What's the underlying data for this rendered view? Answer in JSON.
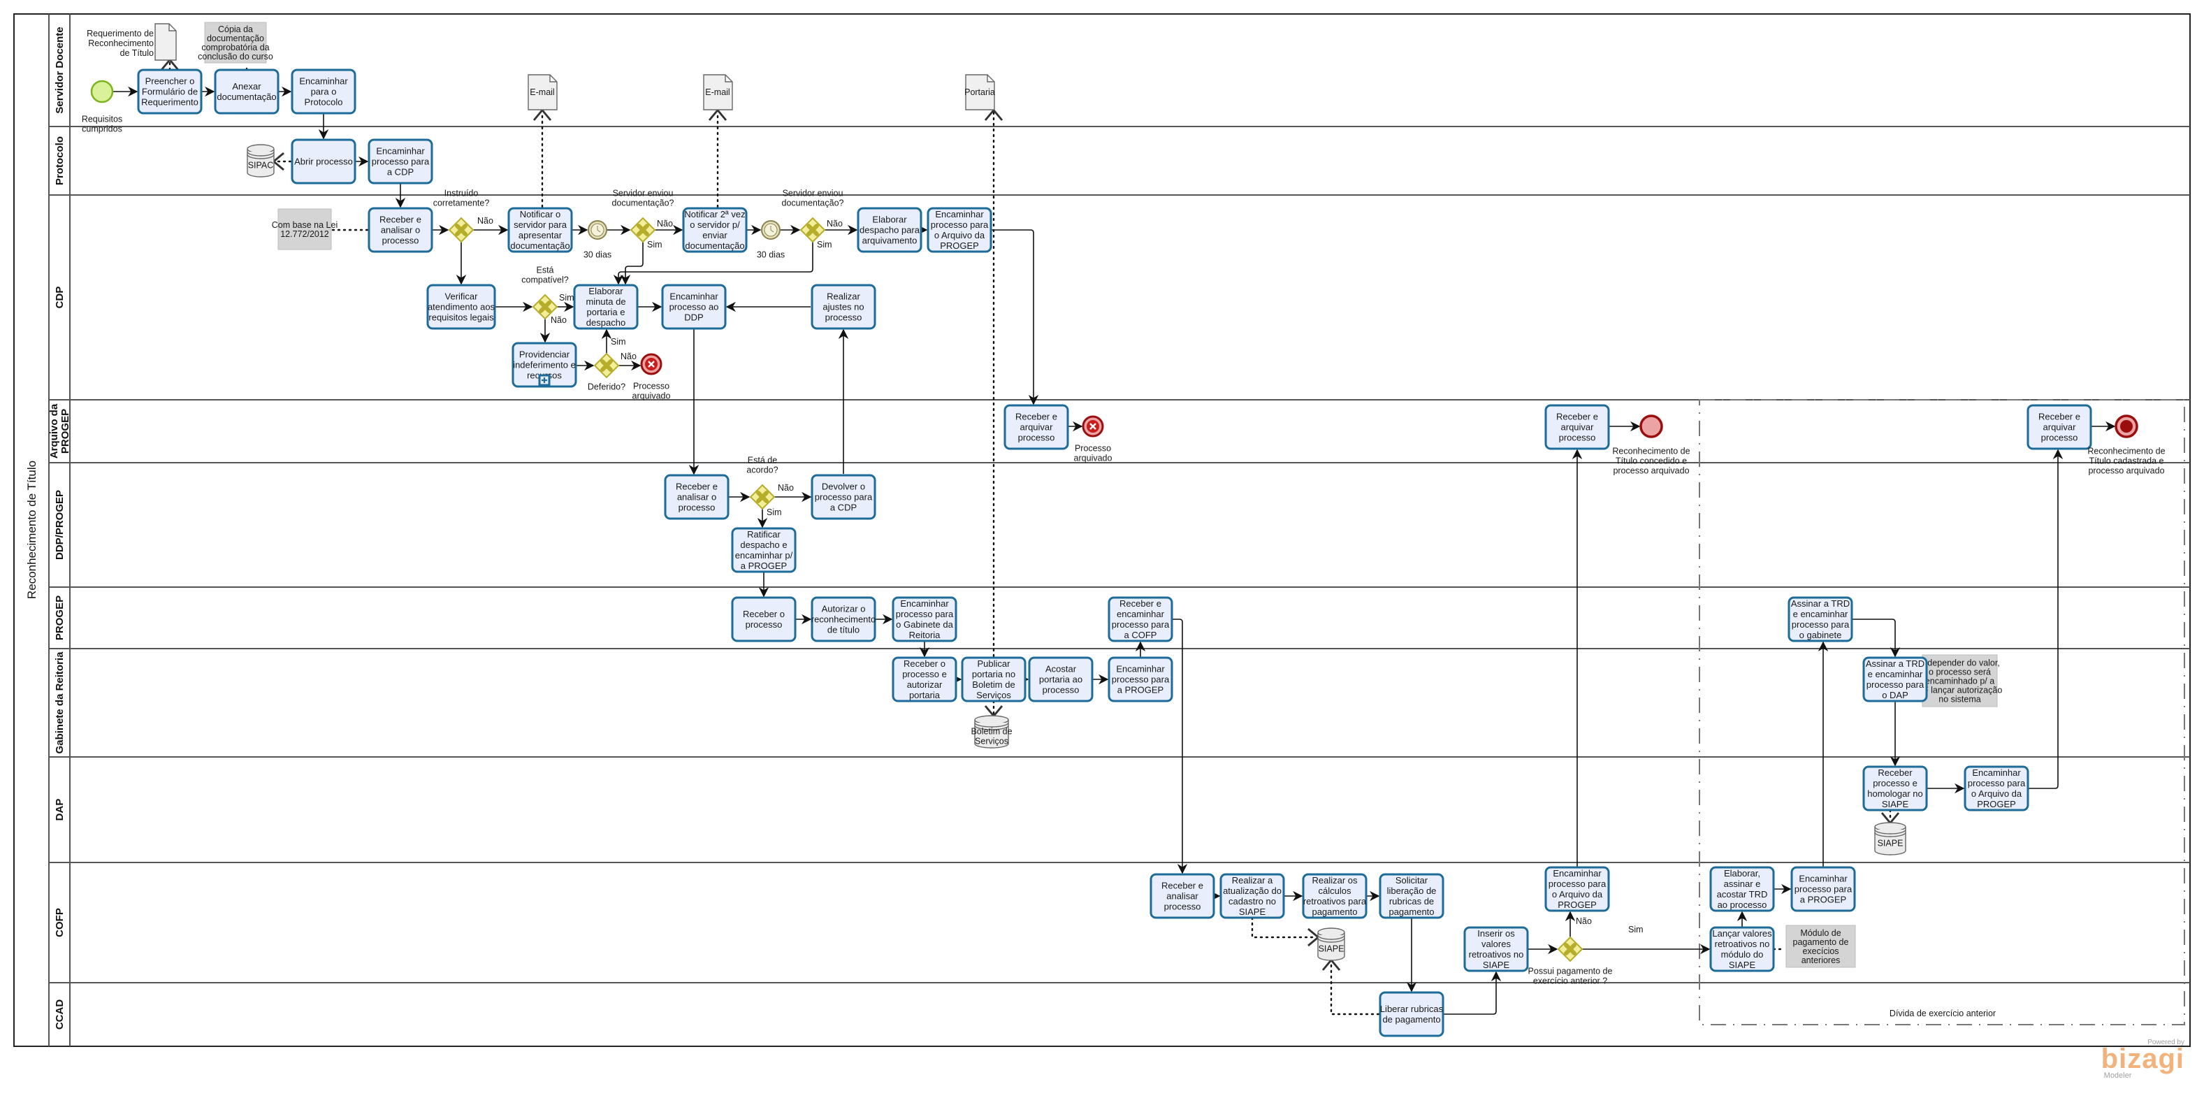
{
  "pool": {
    "title": "Reconhecimento de Título"
  },
  "lanes": [
    {
      "id": "servidor",
      "label": "Servidor Docente"
    },
    {
      "id": "protocolo",
      "label": "Protocolo"
    },
    {
      "id": "cdp",
      "label": "CDP"
    },
    {
      "id": "arquivo",
      "label": "Arquivo da PROGEP"
    },
    {
      "id": "ddp",
      "label": "DDP/PROGEP"
    },
    {
      "id": "progep",
      "label": "PROGEP"
    },
    {
      "id": "gabinete",
      "label": "Gabinete da Reitoria"
    },
    {
      "id": "dap",
      "label": "DAP"
    },
    {
      "id": "cofp",
      "label": "COFP"
    },
    {
      "id": "ccad",
      "label": "CCAD"
    }
  ],
  "tasks": [
    {
      "id": "t1",
      "lines": [
        "Preencher o",
        "Formulário de",
        "Requerimento"
      ]
    },
    {
      "id": "t2",
      "lines": [
        "Anexar",
        "documentação"
      ]
    },
    {
      "id": "t3",
      "lines": [
        "Encaminhar",
        "para o",
        "Protocolo"
      ]
    },
    {
      "id": "t4",
      "lines": [
        "Abrir processo"
      ]
    },
    {
      "id": "t5",
      "lines": [
        "Encaminhar",
        "processo para",
        "a CDP"
      ]
    },
    {
      "id": "t6",
      "lines": [
        "Receber e",
        "analisar o",
        "processo"
      ]
    },
    {
      "id": "t7",
      "lines": [
        "Notificar o",
        "servidor para",
        "apresentar",
        "documentação"
      ]
    },
    {
      "id": "t8",
      "lines": [
        "Notificar 2ª vez",
        "o servidor p/",
        "enviar",
        "documentação"
      ]
    },
    {
      "id": "t9",
      "lines": [
        "Elaborar",
        "despacho para",
        "arquivamento"
      ]
    },
    {
      "id": "t10",
      "lines": [
        "Encaminhar",
        "processo para",
        "o Arquivo da",
        "PROGEP"
      ]
    },
    {
      "id": "t11",
      "lines": [
        "Verificar",
        "atendimento aos",
        "requisitos legais"
      ]
    },
    {
      "id": "t12",
      "lines": [
        "Elaborar",
        "minuta de",
        "portaria e",
        "despacho"
      ]
    },
    {
      "id": "t13",
      "lines": [
        "Encaminhar",
        "processo ao",
        "DDP"
      ]
    },
    {
      "id": "t14",
      "lines": [
        "Realizar",
        "ajustes no",
        "processo"
      ]
    },
    {
      "id": "t15",
      "lines": [
        "Providenciar",
        "indeferimento e",
        "recursos"
      ]
    },
    {
      "id": "t16",
      "lines": [
        "Receber e",
        "arquivar",
        "processo"
      ]
    },
    {
      "id": "t17",
      "lines": [
        "Receber e",
        "arquivar",
        "processo"
      ]
    },
    {
      "id": "t18",
      "lines": [
        "Receber e",
        "arquivar",
        "processo"
      ]
    },
    {
      "id": "t19",
      "lines": [
        "Receber e",
        "analisar o",
        "processo"
      ]
    },
    {
      "id": "t20",
      "lines": [
        "Devolver o",
        "processo para",
        "a CDP"
      ]
    },
    {
      "id": "t21",
      "lines": [
        "Ratificar",
        "despacho e",
        "encaminhar p/",
        "a PROGEP"
      ]
    },
    {
      "id": "t22",
      "lines": [
        "Receber o",
        "processo"
      ]
    },
    {
      "id": "t23",
      "lines": [
        "Autorizar o",
        "reconhecimento",
        "de título"
      ]
    },
    {
      "id": "t24",
      "lines": [
        "Encaminhar",
        "processo para",
        "o Gabinete da",
        "Reitoria"
      ]
    },
    {
      "id": "t25",
      "lines": [
        "Receber e",
        "encaminhar",
        "processo para",
        "a COFP"
      ]
    },
    {
      "id": "t26",
      "lines": [
        "Assinar a TRD",
        "e encaminhar",
        "processo para",
        "o gabinete"
      ]
    },
    {
      "id": "t27",
      "lines": [
        "Receber o",
        "processo e",
        "autorizar",
        "portaria"
      ]
    },
    {
      "id": "t28",
      "lines": [
        "Publicar",
        "portaria no",
        "Boletim de",
        "Serviços"
      ]
    },
    {
      "id": "t29",
      "lines": [
        "Acostar",
        "portaria ao",
        "processo"
      ]
    },
    {
      "id": "t30",
      "lines": [
        "Encaminhar",
        "processo para",
        "a PROGEP"
      ]
    },
    {
      "id": "t31",
      "lines": [
        "Assinar a TRD",
        "e encaminhar",
        "processo para",
        "o DAP"
      ]
    },
    {
      "id": "t32",
      "lines": [
        "Receber",
        "processo e",
        "homologar no",
        "SIAPE"
      ]
    },
    {
      "id": "t33",
      "lines": [
        "Encaminhar",
        "processo para",
        "o Arquivo da",
        "PROGEP"
      ]
    },
    {
      "id": "t34",
      "lines": [
        "Receber e",
        "analisar",
        "processo"
      ]
    },
    {
      "id": "t35",
      "lines": [
        "Realizar a",
        "atualização do",
        "cadastro no",
        "SIAPE"
      ]
    },
    {
      "id": "t36",
      "lines": [
        "Realizar os",
        "cálculos",
        "retroativos para",
        "pagamento"
      ]
    },
    {
      "id": "t37",
      "lines": [
        "Solicitar",
        "liberação de",
        "rubricas de",
        "pagamento"
      ]
    },
    {
      "id": "t38",
      "lines": [
        "Inserir os",
        "valores",
        "retroativos no",
        "SIAPE"
      ]
    },
    {
      "id": "t39",
      "lines": [
        "Encaminhar",
        "processo para",
        "o Arquivo da",
        "PROGEP"
      ]
    },
    {
      "id": "t40",
      "lines": [
        "Elaborar,",
        "assinar e",
        "acostar TRD",
        "ao processo"
      ]
    },
    {
      "id": "t41",
      "lines": [
        "Encaminhar",
        "processo para",
        "a PROGEP"
      ]
    },
    {
      "id": "t42",
      "lines": [
        "Lançar valores",
        "retroativos no",
        "módulo do",
        "SIAPE"
      ]
    },
    {
      "id": "t43",
      "lines": [
        "Liberar rubricas",
        "de pagamento"
      ]
    }
  ],
  "events": [
    {
      "id": "e_start",
      "type": "start",
      "lines": [
        "Requisitos",
        "cumpridos"
      ]
    },
    {
      "id": "e_end1",
      "type": "end-error",
      "lines": [
        "Processo",
        "arquivado"
      ]
    },
    {
      "id": "e_end2",
      "type": "end-error",
      "lines": [
        "Processo",
        "arquivado"
      ]
    },
    {
      "id": "e_end3",
      "type": "end",
      "lines": [
        "Reconhecimento de",
        "Título concedido e",
        "processo arquivado"
      ]
    },
    {
      "id": "e_end4",
      "type": "end-terminate",
      "lines": [
        "Reconhecimento de",
        "Título cadastrada e",
        "processo arquivado"
      ]
    },
    {
      "id": "timer1",
      "type": "timer",
      "lines": [
        "30 dias"
      ]
    },
    {
      "id": "timer2",
      "type": "timer",
      "lines": [
        "30 dias"
      ]
    }
  ],
  "gateways": [
    {
      "id": "g1",
      "lines": [
        "Instruído",
        "corretamente?"
      ]
    },
    {
      "id": "g2",
      "lines": [
        "Servidor enviou",
        "documentação?"
      ]
    },
    {
      "id": "g3",
      "lines": [
        "Servidor enviou",
        "documentação?"
      ]
    },
    {
      "id": "g4",
      "lines": [
        "Está",
        "compatível?"
      ]
    },
    {
      "id": "g5",
      "lines": [
        "Deferido?"
      ]
    },
    {
      "id": "g6",
      "lines": [
        "Está de",
        "acordo?"
      ]
    },
    {
      "id": "g7",
      "lines": [
        "Possui pagamento de",
        "exercício anterior ?"
      ]
    }
  ],
  "flow_labels": {
    "g1_nao": "Não",
    "g2_nao": "Não",
    "g2_sim": "Sim",
    "g3_nao": "Não",
    "g3_sim": "Sim",
    "g4_sim": "Sim",
    "g4_nao": "Não",
    "g5_sim": "Sim",
    "g5_nao": "Não",
    "g6_nao": "Não",
    "g6_sim": "Sim",
    "g7_nao": "Não",
    "g7_sim": "Sim"
  },
  "artifacts": {
    "doc_requerimento": {
      "lines": [
        "Requerimento de",
        "Reconhecimento",
        "de Título"
      ]
    },
    "doc_email1": {
      "lines": [
        "E-mail"
      ]
    },
    "doc_email2": {
      "lines": [
        "E-mail"
      ]
    },
    "doc_portaria": {
      "lines": [
        "Portaria"
      ]
    },
    "note_copia": {
      "lines": [
        "Cópia da",
        "documentação",
        "comprobatória da",
        "conclusão do curso"
      ]
    },
    "note_lei": {
      "lines": [
        "Com base na Lei",
        "12.772/2012"
      ]
    },
    "note_depender": {
      "lines": [
        "A depender do valor,",
        "o processo será",
        "encaminhado p/ a",
        "PF lançar autorização",
        "no sistema"
      ]
    },
    "note_modulo": {
      "lines": [
        "Módulo de",
        "pagamento de",
        "execícios",
        "anteriores"
      ]
    },
    "db_sipac": {
      "lines": [
        "SIPAC"
      ]
    },
    "db_boletim": {
      "lines": [
        "Boletim de",
        "Serviços"
      ]
    },
    "db_siape1": {
      "lines": [
        "SIAPE"
      ]
    },
    "db_siape2": {
      "lines": [
        "SIAPE"
      ]
    },
    "group_divida": {
      "lines": [
        "Dívida de exercício anterior"
      ]
    }
  },
  "branding": {
    "powered": "Powered by",
    "brand": "bizagi",
    "product": "Modeler"
  },
  "colors": {
    "task_fill": "#e8eefb",
    "task_stroke": "#1c6b99",
    "gateway_fill": "#f2ee9a",
    "start_fill": "#d9f29a",
    "end_fill": "#eba3a3",
    "end_stroke": "#9b0e0e",
    "note_fill": "#d4d4d4"
  }
}
